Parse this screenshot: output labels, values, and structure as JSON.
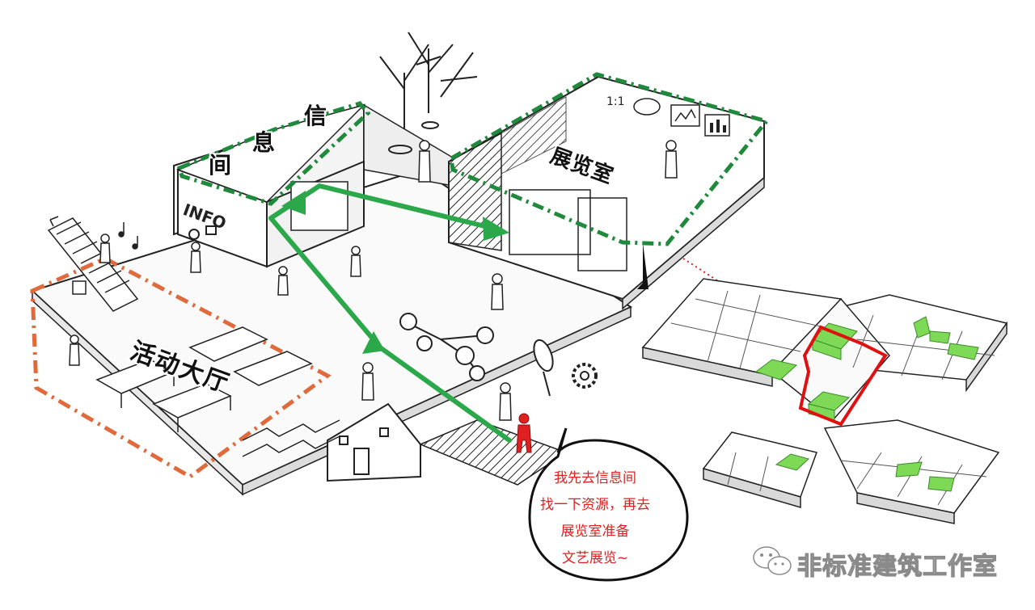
{
  "labels": {
    "info_room_chars": [
      "信",
      "息",
      "间"
    ],
    "exhibition_room": "展览室",
    "activity_hall": "活动大厅"
  },
  "speech_bubble": {
    "lines": [
      "我先去信息间",
      "找一下资源，再去",
      "展览室准备",
      "文艺展览~"
    ]
  },
  "info_sign": "INFO",
  "watermark": {
    "text": "非标准建筑工作室"
  },
  "colors": {
    "green_dashed": "#1f8a3c",
    "route_green": "#2aa84a",
    "orange_dashed": "#e06a3c",
    "red_person": "#e02020",
    "plan_highlight": "#7ed957"
  }
}
